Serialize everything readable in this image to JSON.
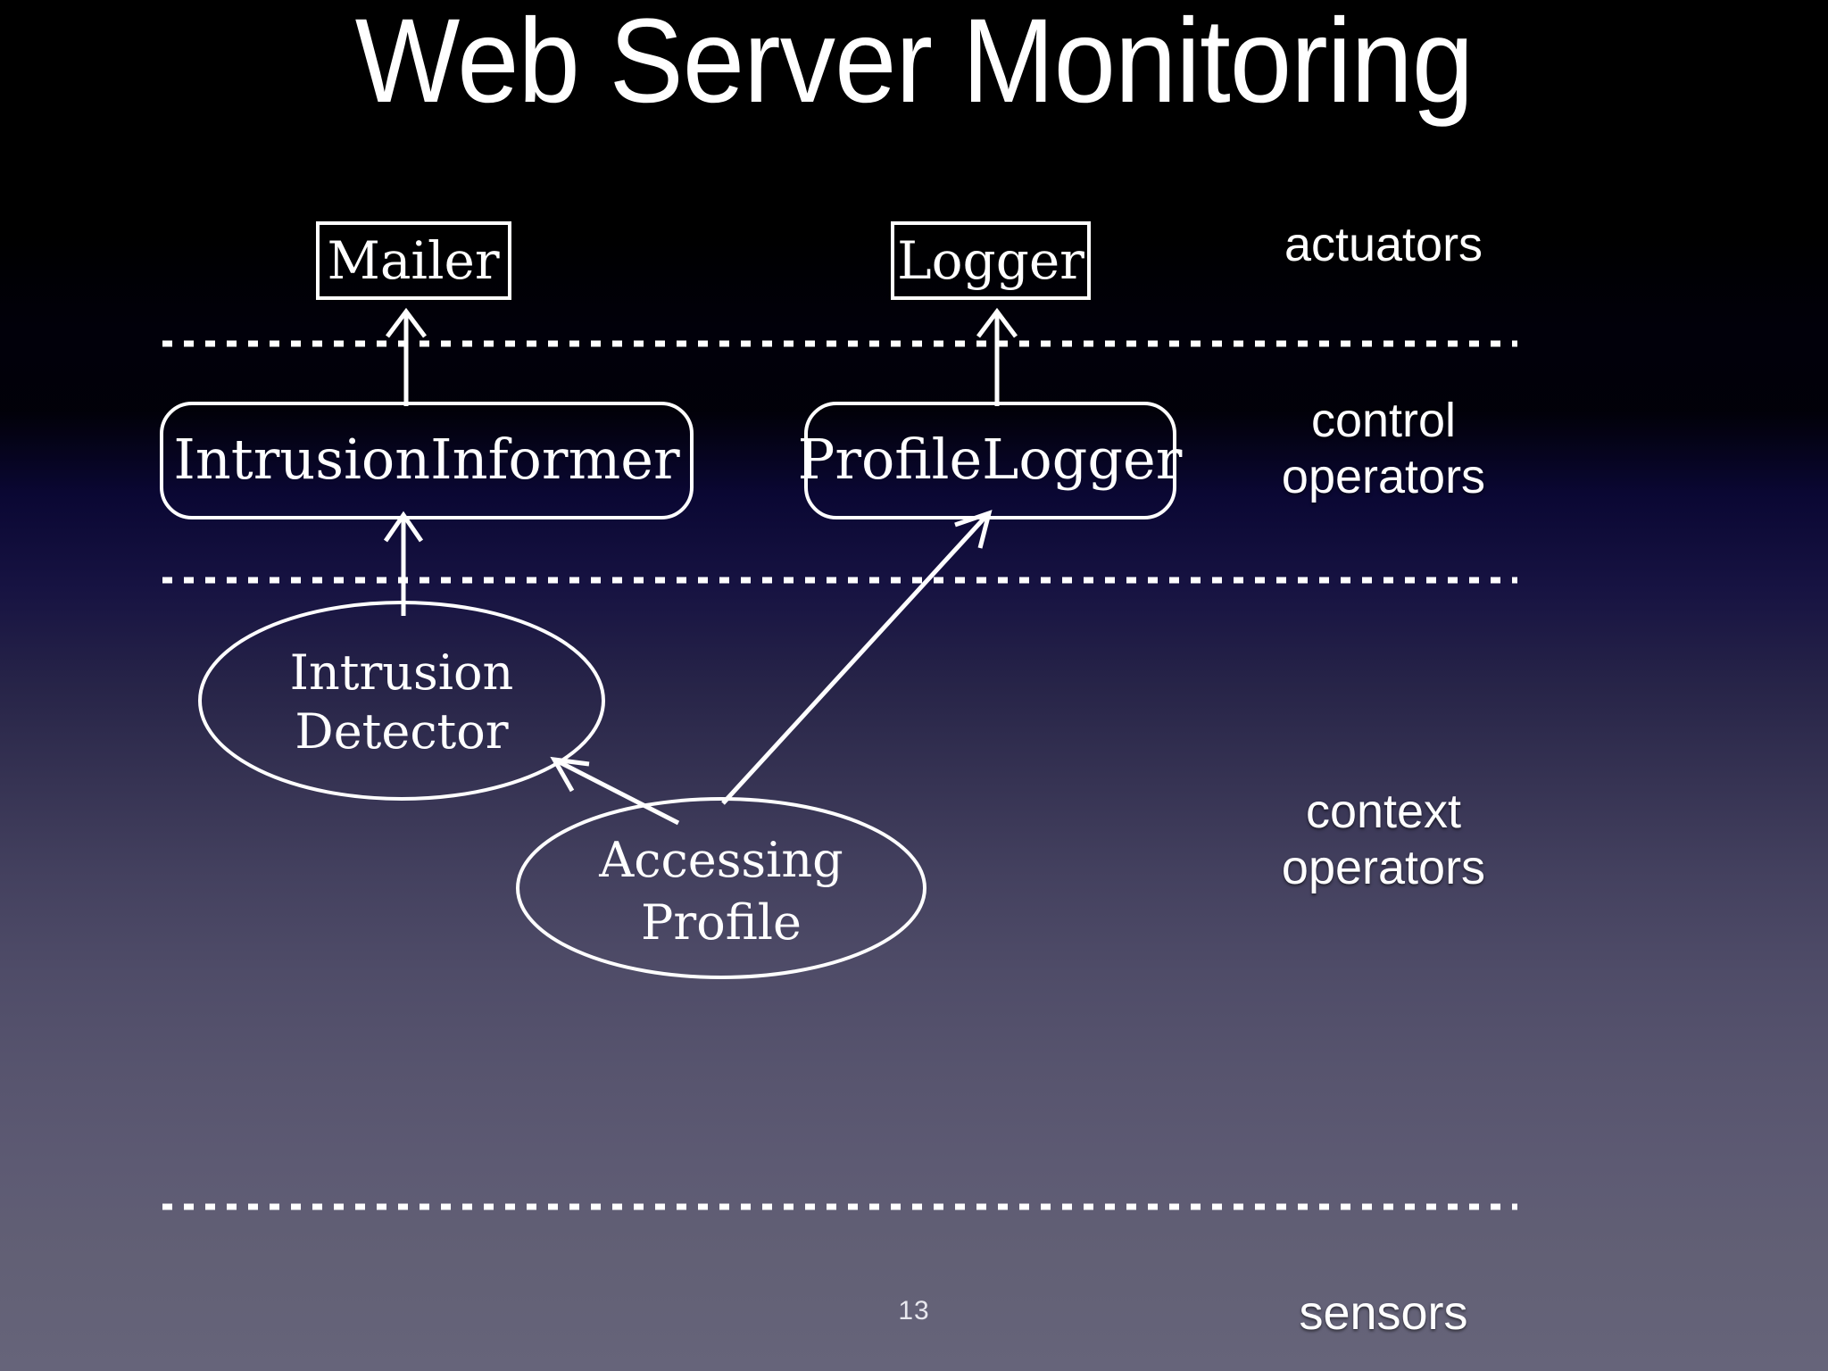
{
  "slide": {
    "title": "Web Server Monitoring",
    "page_number": "13",
    "background_top_color": "#000000",
    "background_bottom_color": "#66647a",
    "stroke_color": "#ffffff"
  },
  "diagram": {
    "type": "layered-architecture",
    "actuators": [
      {
        "id": "mailer",
        "label": "Mailer",
        "shape": "rectangle"
      },
      {
        "id": "logger",
        "label": "Logger",
        "shape": "rectangle"
      }
    ],
    "control_operators": [
      {
        "id": "intrusion-informer",
        "label": "IntrusionInformer",
        "shape": "rounded-rectangle"
      },
      {
        "id": "profile-logger",
        "label": "ProfileLogger",
        "shape": "rounded-rectangle"
      }
    ],
    "context_operators": [
      {
        "id": "intrusion-detector",
        "label_line1": "Intrusion",
        "label_line2": "Detector",
        "shape": "ellipse"
      },
      {
        "id": "accessing-profile",
        "label_line1": "Accessing",
        "label_line2": "Profile",
        "shape": "ellipse"
      }
    ],
    "edges": [
      {
        "from": "intrusion-informer",
        "to": "mailer",
        "style": "arrow"
      },
      {
        "from": "profile-logger",
        "to": "logger",
        "style": "arrow"
      },
      {
        "from": "intrusion-detector",
        "to": "intrusion-informer",
        "style": "arrow"
      },
      {
        "from": "accessing-profile",
        "to": "profile-logger",
        "style": "arrow"
      },
      {
        "from": "accessing-profile",
        "to": "intrusion-detector",
        "style": "arrow"
      }
    ],
    "dividers": [
      {
        "id": "divider-actuators-control",
        "style": "dashed"
      },
      {
        "id": "divider-control-context",
        "style": "dashed"
      },
      {
        "id": "divider-context-sensors",
        "style": "dashed"
      }
    ]
  },
  "zones": {
    "actuators": "actuators",
    "control_line1": "control",
    "control_line2": "operators",
    "context_line1": "context",
    "context_line2": "operators",
    "sensors": "sensors"
  }
}
